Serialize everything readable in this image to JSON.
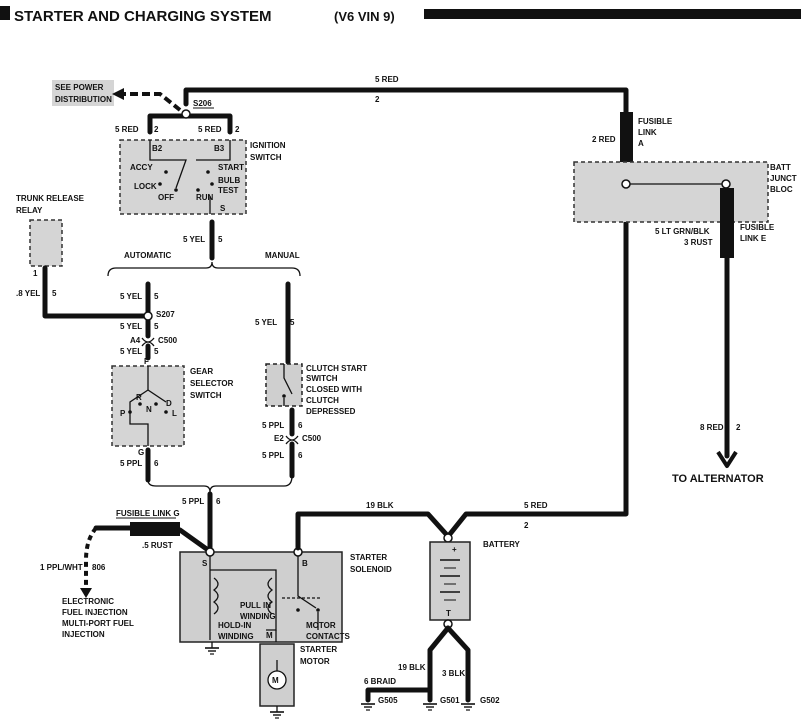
{
  "header": {
    "title": "STARTER AND CHARGING SYSTEM",
    "subtitle": "(V6 VIN 9)"
  },
  "wires": {
    "top_red_color": "5 RED",
    "top_red_circuit": "2",
    "s206_left_color": "5 RED",
    "s206_left_circuit": "2",
    "s206_right_color": "5 RED",
    "s206_right_circuit": "2",
    "fusible_a_color": "2 RED",
    "yel_mid_color": "5 YEL",
    "yel_mid_circuit": "5",
    "trunk_yel_color": ".8 YEL",
    "trunk_yel_circuit": "5",
    "auto_yel1_color": "5 YEL",
    "auto_yel1_circuit": "5",
    "auto_yel2_color": "5 YEL",
    "auto_yel2_circuit": "5",
    "auto_yel3_color": "5 YEL",
    "auto_yel3_circuit": "5",
    "manual_yel_color": "5 YEL",
    "manual_yel_circuit": "5",
    "auto_ppl_color": "5 PPL",
    "auto_ppl_circuit": "6",
    "manual_ppl1_color": "5 PPL",
    "manual_ppl1_circuit": "6",
    "manual_ppl2_color": "5 PPL",
    "manual_ppl2_circuit": "6",
    "merged_ppl_color": "5 PPL",
    "merged_ppl_circuit": "6",
    "lt_grn_blk": "5 LT GRN/BLK",
    "rust_e": "3 RUST",
    "alternator_red_color": "8 RED",
    "alternator_red_circuit": "2",
    "black_19": "19 BLK",
    "battery_red_color": "5 RED",
    "battery_red_circuit": "2",
    "rust_g": ".5 RUST",
    "ppl_wht": "1 PPL/WHT",
    "ppl_wht_circuit": "806",
    "braid": "6 BRAID",
    "ground_blk_19": "19 BLK",
    "ground_blk_3": "3 BLK"
  },
  "splices": {
    "s206": "S206",
    "s207": "S207"
  },
  "connectors": {
    "c500_auto": "C500",
    "c500_auto_pin": "A4",
    "c500_manual": "C500",
    "c500_manual_pin": "E2",
    "gear_top_pin": "F",
    "gear_bottom_pin": "G"
  },
  "components": {
    "power_distribution": [
      "SEE POWER",
      "DISTRIBUTION"
    ],
    "ignition_switch": [
      "IGNITION",
      "SWITCH"
    ],
    "ignition_terminals": {
      "b2": "B2",
      "b3": "B3",
      "s": "S"
    },
    "ignition_positions": {
      "accy": "ACCY",
      "start": "START",
      "lock": "LOCK",
      "bulb": "BULB",
      "test": "TEST",
      "off": "OFF",
      "run": "RUN"
    },
    "trunk_release_relay": [
      "TRUNK RELEASE",
      "RELAY"
    ],
    "trunk_pin": "1",
    "automatic": "AUTOMATIC",
    "manual": "MANUAL",
    "gear_selector_switch": [
      "GEAR",
      "SELECTOR",
      "SWITCH"
    ],
    "gear_positions": {
      "p": "P",
      "r": "R",
      "n": "N",
      "d": "D",
      "l": "L"
    },
    "clutch_start_switch": [
      "CLUTCH START",
      "SWITCH",
      "CLOSED WITH",
      "CLUTCH",
      "DEPRESSED"
    ],
    "fusible_link_a": [
      "FUSIBLE",
      "LINK",
      "A"
    ],
    "battery_junction_block": [
      "BATT",
      "JUNCT",
      "BLOC"
    ],
    "fusible_link_e": [
      "FUSIBLE",
      "LINK E"
    ],
    "to_alternator": "TO ALTERNATOR",
    "fusible_link_g": "FUSIBLE LINK G",
    "efi": [
      "ELECTRONIC",
      "FUEL INJECTION",
      "MULTI-PORT FUEL",
      "INJECTION"
    ],
    "starter_solenoid": [
      "STARTER",
      "SOLENOID"
    ],
    "solenoid_terminals": {
      "s": "S",
      "b": "B",
      "m": "M"
    },
    "pull_in_winding": [
      "PULL IN",
      "WINDING"
    ],
    "hold_in_winding": [
      "HOLD-IN",
      "WINDING"
    ],
    "motor_contacts": [
      "MOTOR",
      "CONTACTS"
    ],
    "starter_motor": [
      "STARTER",
      "MOTOR"
    ],
    "motor_symbol": "M",
    "battery": "BATTERY",
    "battery_polarity": {
      "pos": "+",
      "neg": "T"
    },
    "grounds": {
      "g505": "G505",
      "g501": "G501",
      "g502": "G502"
    }
  }
}
